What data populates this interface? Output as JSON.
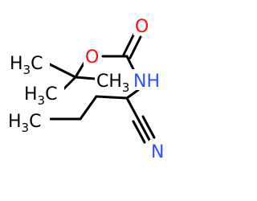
{
  "molecule": {
    "atoms": {
      "oxygen_carbonyl": "O",
      "oxygen_ester": "O",
      "amine": "NH",
      "nitrile_n": "N",
      "methyl_1": "H",
      "methyl_1_sub": "3",
      "methyl_1_c": "C",
      "methyl_2": "H",
      "methyl_2_sub": "3",
      "methyl_2_c": "C",
      "methyl_3": "CH",
      "methyl_3_sub": "3",
      "methyl_4": "H",
      "methyl_4_sub": "3",
      "methyl_4_c": "C"
    },
    "colors": {
      "oxygen": "#ff0d0d",
      "nitrogen": "#3050f8",
      "carbon": "#000000",
      "bond": "#000000"
    }
  }
}
